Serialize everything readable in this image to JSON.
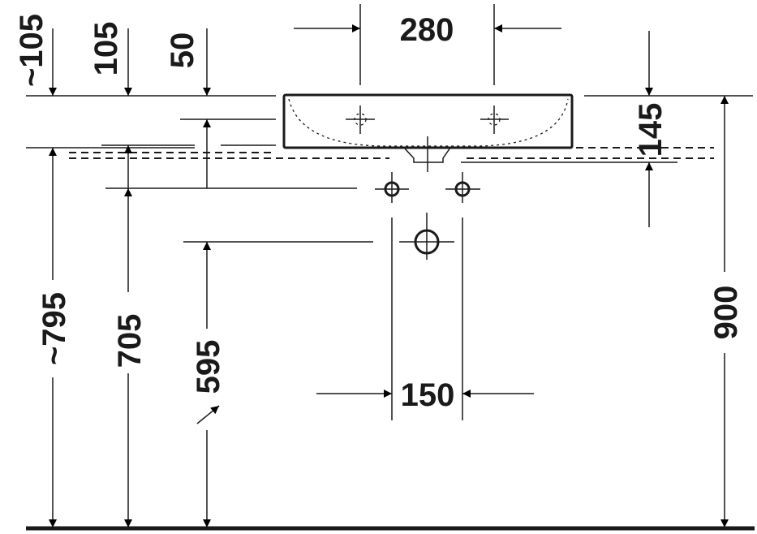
{
  "title": "Washbasin installation dimensions",
  "dimensions": {
    "top_approx_105": "~105",
    "top_105": "105",
    "top_50": "50",
    "width_280": "280",
    "depth_145": "145",
    "height_approx_795": "~795",
    "height_705": "705",
    "height_595": "595",
    "spacing_150": "150",
    "height_900": "900"
  },
  "colors": {
    "line": "#1a1a1a",
    "background": "#ffffff"
  }
}
